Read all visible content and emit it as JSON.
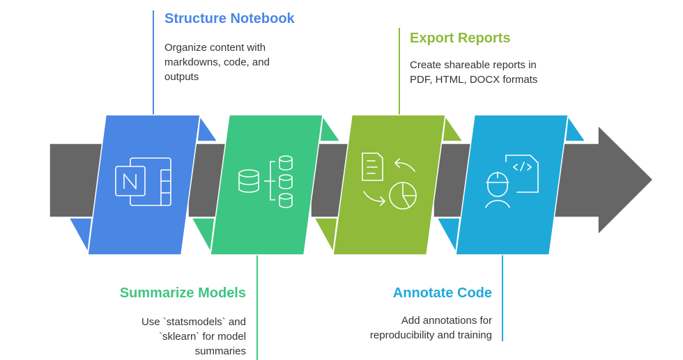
{
  "steps": [
    {
      "title": "Structure Notebook",
      "description": "Organize content with markdowns, code, and outputs",
      "icon": "onenote-icon",
      "color": "#4a86e4"
    },
    {
      "title": "Summarize Models",
      "description": "Use `statsmodels` and `sklearn` for model summaries",
      "icon": "database-hierarchy-icon",
      "color": "#3dc583"
    },
    {
      "title": "Export Reports",
      "description": "Create shareable reports in PDF, HTML, DOCX formats",
      "icon": "document-convert-chart-icon",
      "color": "#8fba3a"
    },
    {
      "title": "Annotate Code",
      "description": "Add annotations for reproducibility and training",
      "icon": "developer-code-icon",
      "color": "#1fa9d8"
    }
  ],
  "arrow_color": "#666666"
}
